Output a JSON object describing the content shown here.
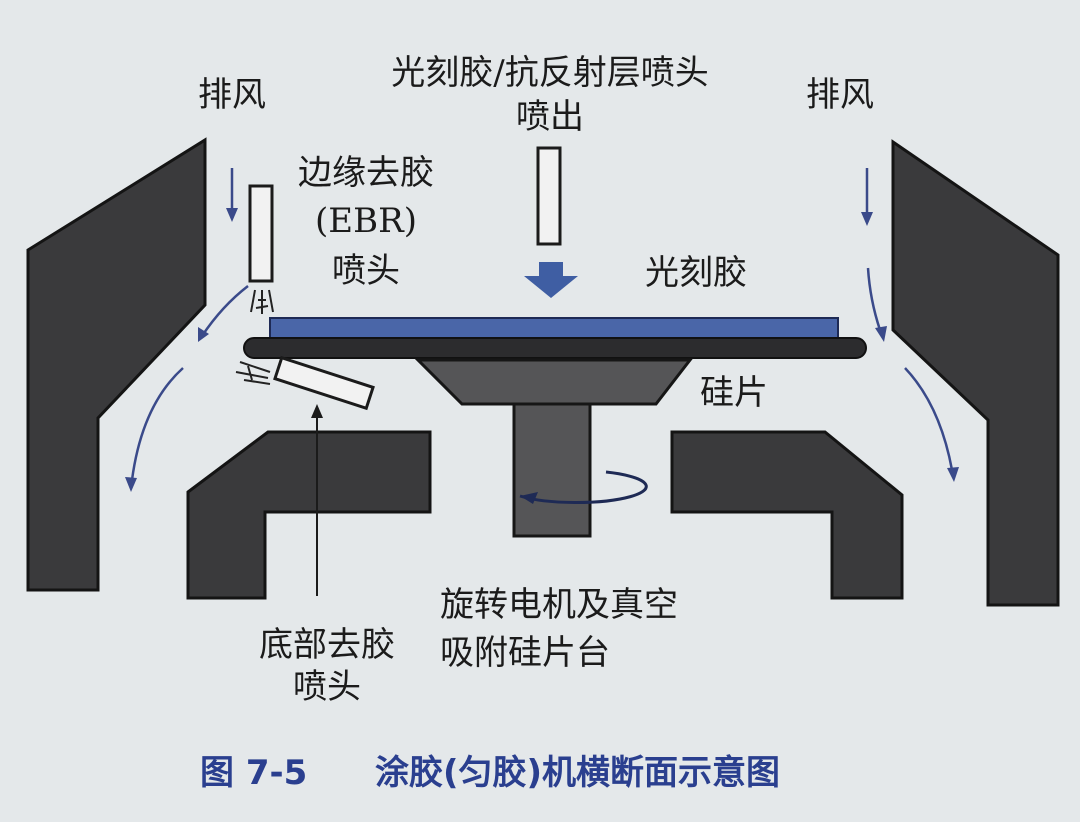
{
  "labels": {
    "exhaust_left": "排风",
    "exhaust_right": "排风",
    "top_nozzle_line1": "光刻胶/抗反射层喷头",
    "top_nozzle_line2": "喷出",
    "ebr_line1": "边缘去胶",
    "ebr_line2": "(EBR)",
    "ebr_line3": "喷头",
    "photoresist": "光刻胶",
    "wafer": "硅片",
    "motor_line1": "旋转电机及真空",
    "motor_line2": "吸附硅片台",
    "backside_line1": "底部去胶",
    "backside_line2": "喷头"
  },
  "caption": {
    "number": "图 7-5",
    "title": "涂胶(匀胶)机横断面示意图"
  },
  "colors": {
    "background": "#e4e8ea",
    "housing": "#3a3a3c",
    "photoresist": "#4a66a8",
    "arrow": "#3a4a8a",
    "caption": "#2a3f8f"
  }
}
